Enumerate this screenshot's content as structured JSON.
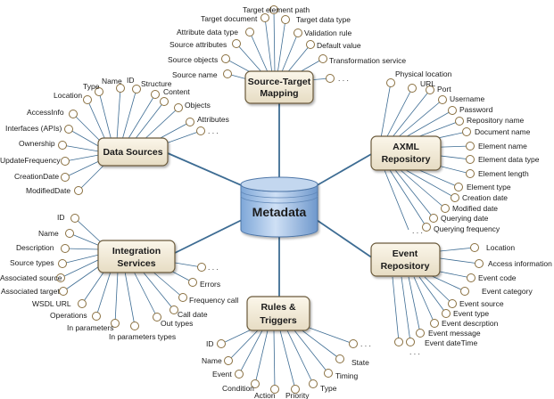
{
  "hub": {
    "label": "Metadata"
  },
  "groups": [
    {
      "id": "source-target-mapping",
      "lines": [
        "Source-Target",
        "Mapping"
      ],
      "leaves": [
        "Target element path",
        "Target document",
        "Target data type",
        "Attribute data type",
        "Validation rule",
        "Source attributes",
        "Default value",
        "Source objects",
        "Transformation service",
        "Source name",
        ". . ."
      ]
    },
    {
      "id": "data-sources",
      "lines": [
        "Data Sources"
      ],
      "leaves": [
        "Type",
        "Name",
        "ID",
        "Structure",
        "Location",
        "Content",
        "AccessInfo",
        "Objects",
        "Interfaces (APIs)",
        "Attributes",
        ". . .",
        "Ownership",
        "UpdateFrequency",
        "CreationDate",
        "ModifiedDate"
      ]
    },
    {
      "id": "axml-repository",
      "lines": [
        "AXML",
        "Repository"
      ],
      "leaves": [
        "Physical location",
        "URL",
        "Port",
        "Username",
        "Password",
        "Repository name",
        "Document name",
        "Element name",
        "Element data type",
        "Element length",
        "Element type",
        "Creation date",
        "Modified date",
        "Querying date",
        "Querying frequency",
        ". . ."
      ]
    },
    {
      "id": "integration-services",
      "lines": [
        "Integration",
        "Services"
      ],
      "leaves": [
        "ID",
        "Name",
        "Description",
        "Source types",
        "Associated source",
        "Associated target",
        "WSDL URL",
        "Operations",
        "In parameters",
        "In parameters types",
        "Out types",
        "Call date",
        "Frequency call",
        "Errors",
        ". . ."
      ]
    },
    {
      "id": "event-repository",
      "lines": [
        "Event",
        "Repository"
      ],
      "leaves": [
        "Location",
        "Access information",
        "Event code",
        "Event category",
        "Event source",
        "Event type",
        "Event descrption",
        "Event message",
        "Event dateTime",
        ". . ."
      ]
    },
    {
      "id": "rules-triggers",
      "lines": [
        "Rules &",
        "Triggers"
      ],
      "leaves": [
        "ID",
        "Name",
        "Event",
        "Condition",
        "Action",
        "Priority",
        "Type",
        "Timing",
        "State",
        ". . ."
      ]
    }
  ]
}
